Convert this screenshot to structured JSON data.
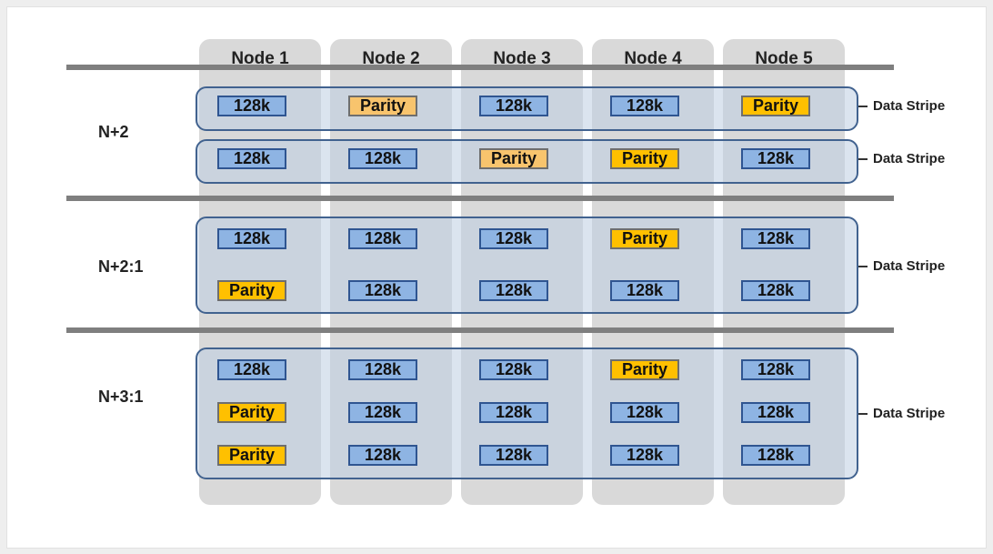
{
  "nodes": [
    "Node 1",
    "Node 2",
    "Node 3",
    "Node 4",
    "Node 5"
  ],
  "stripe_label": "Data Stripe",
  "groups": [
    {
      "label": "N+2",
      "stripes": [
        {
          "rows": [
            [
              "128k",
              "Parity",
              "128k",
              "128k",
              "Parity"
            ]
          ]
        },
        {
          "rows": [
            [
              "128k",
              "128k",
              "Parity",
              "Parity",
              "128k"
            ]
          ]
        }
      ]
    },
    {
      "label": "N+2:1",
      "stripes": [
        {
          "rows": [
            [
              "128k",
              "128k",
              "128k",
              "Parity",
              "128k"
            ],
            [
              "Parity",
              "128k",
              "128k",
              "128k",
              "128k"
            ]
          ]
        }
      ]
    },
    {
      "label": "N+3:1",
      "stripes": [
        {
          "rows": [
            [
              "128k",
              "128k",
              "128k",
              "Parity",
              "128k"
            ],
            [
              "Parity",
              "128k",
              "128k",
              "128k",
              "128k"
            ],
            [
              "Parity",
              "128k",
              "128k",
              "128k",
              "128k"
            ]
          ]
        }
      ]
    }
  ],
  "colors": {
    "data_block": "#8eb4e3",
    "parity_block": "#ffc000",
    "stripe_border": "#41628f",
    "node_column": "#d9d9d9",
    "divider": "#7f7f7f"
  }
}
